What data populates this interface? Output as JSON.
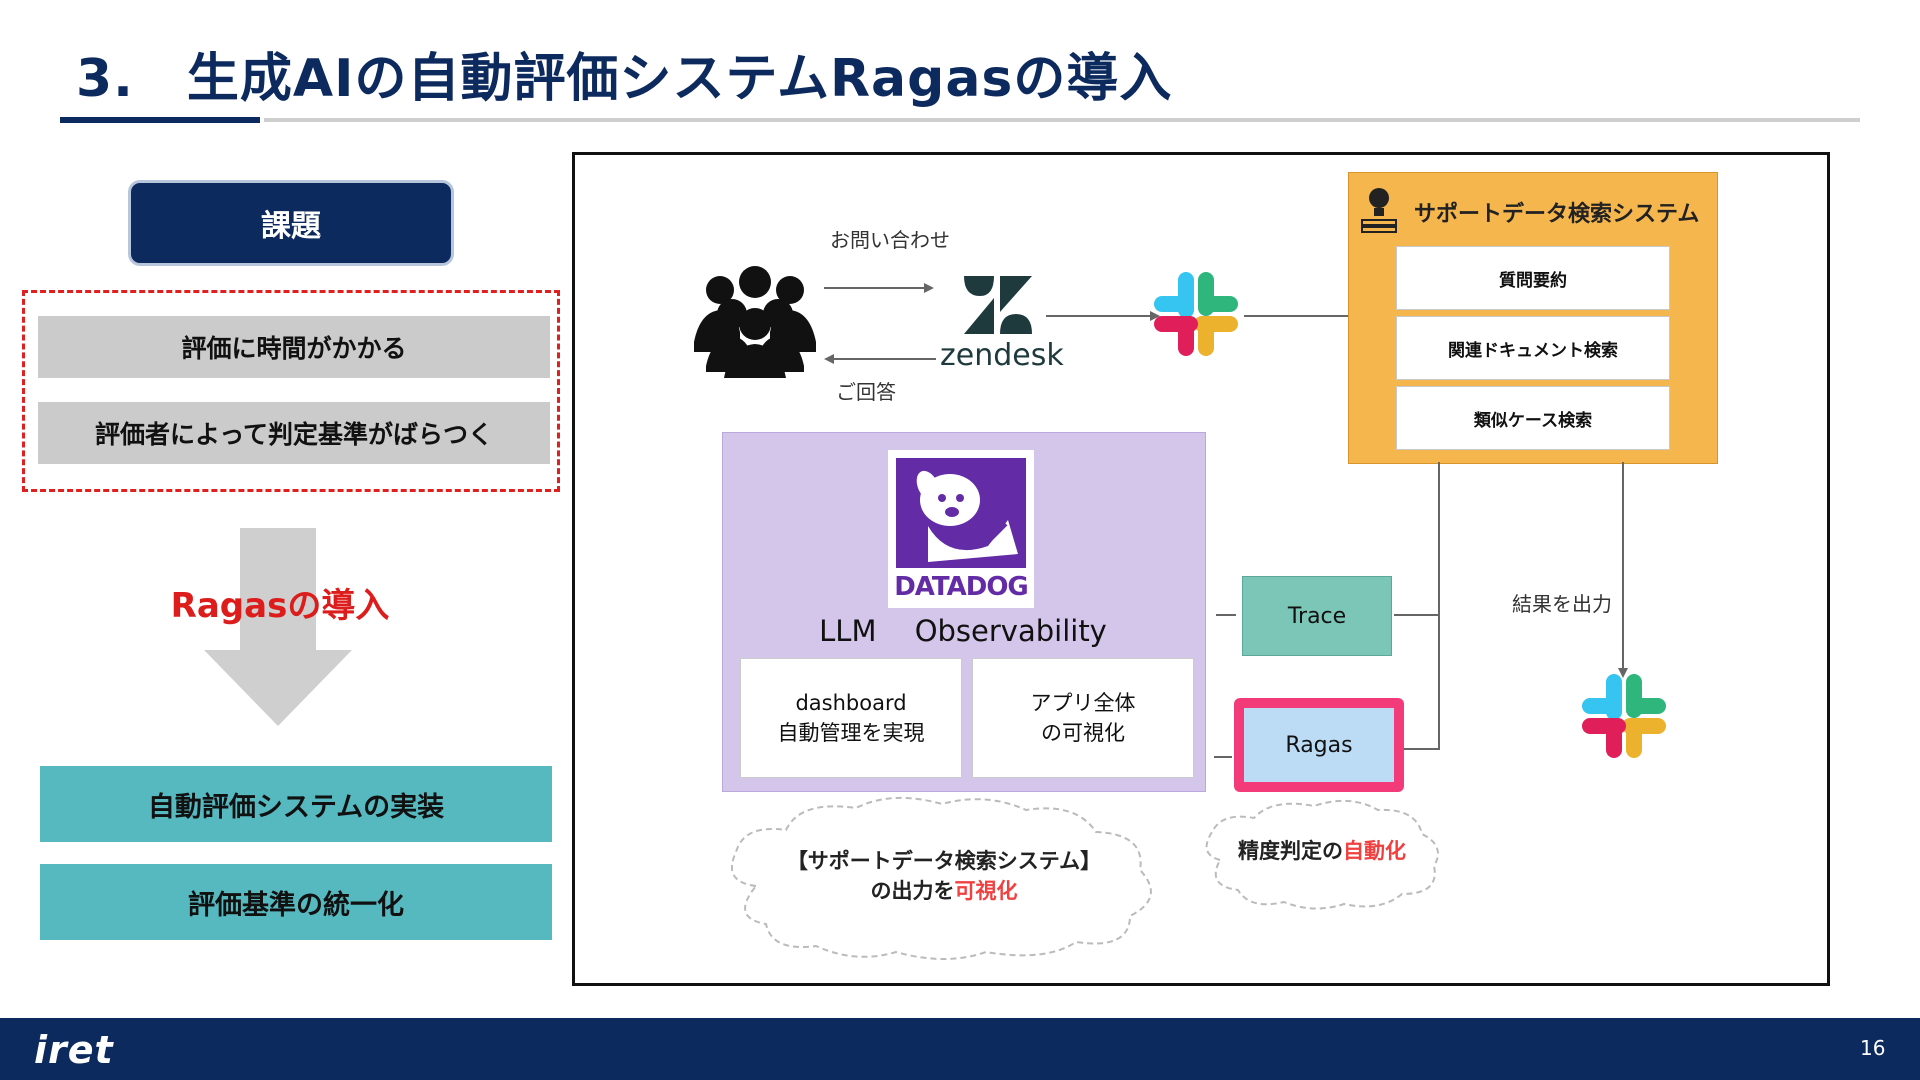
{
  "slide": {
    "title": "3.　生成AIの自動評価システムRagasの導入",
    "page_number": "16",
    "footer_logo": "iret"
  },
  "left": {
    "kadai_label": "課題",
    "issues": [
      "評価に時間がかかる",
      "評価者によって判定基準がばらつく"
    ],
    "transition_label": "Ragasの導入",
    "solutions": [
      "自動評価システムの実装",
      "評価基準の統一化"
    ]
  },
  "diagram": {
    "inquiry_label": "お問い合わせ",
    "answer_label": "ご回答",
    "zendesk_label": "zendesk",
    "support_system": {
      "title": "サポートデータ検索システム",
      "steps": [
        "質問要約",
        "関連ドキュメント検索",
        "類似ケース検索"
      ]
    },
    "datadog_label": "DATADOG",
    "observability_label": "LLM　 Observability",
    "dashboard_lines": [
      "dashboard",
      "自動管理を実現"
    ],
    "app_lines": [
      "アプリ全体",
      "の可視化"
    ],
    "trace_label": "Trace",
    "ragas_label": "Ragas",
    "output_label": "結果を出力",
    "cloud_left": {
      "line1": "【サポートデータ検索システム】",
      "line2_prefix": "の出力を",
      "line2_highlight": "可視化"
    },
    "cloud_right": {
      "prefix": "精度判定の",
      "highlight": "自動化"
    }
  },
  "colors": {
    "navy": "#0c2a5e",
    "teal": "#56b9c0",
    "red": "#dd1c1c",
    "orange": "#f6b64e",
    "purple": "#d4c5ea",
    "pink": "#f23b78"
  }
}
